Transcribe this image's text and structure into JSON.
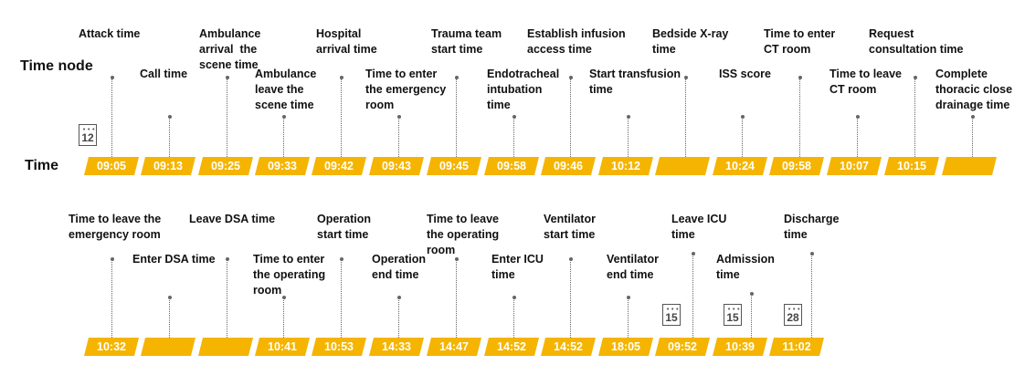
{
  "row_labels": {
    "time_node": "Time node",
    "time": "Time"
  },
  "row1": {
    "labels": [
      "Attack time",
      "Call time",
      "Ambulance\narrival  the\nscene time",
      "Ambulance\nleave the\nscene time",
      "Hospital\narrival time",
      "Time to enter\nthe emergency\nroom",
      "Trauma team\nstart time",
      "Endotracheal\nintubation\ntime",
      "Establish infusion\naccess time",
      "Start transfusion\ntime",
      "Bedside X-ray\ntime",
      "ISS score",
      "Time to enter\nCT room",
      "Time to leave\nCT room",
      "Request\nconsultation time",
      "Complete\nthoracic close\ndrainage time"
    ],
    "times": [
      "09:05",
      "09:13",
      "09:25",
      "09:33",
      "09:42",
      "09:43",
      "09:45",
      "09:58",
      "09:46",
      "10:12",
      "",
      "10:24",
      "09:58",
      "10:07",
      "10:15",
      ""
    ],
    "calendar": "12"
  },
  "row2": {
    "labels": [
      "Time to leave the\nemergency room",
      "Enter DSA time",
      "Leave DSA time",
      "Time to enter\nthe operating\nroom",
      "Operation\nstart time",
      "Operation\nend time",
      "Time to leave\nthe operating\nroom",
      "Enter ICU\ntime",
      "Ventilator\nstart time",
      "Ventilator\nend time",
      "Leave ICU\ntime",
      "Admission\ntime",
      "Discharge\ntime"
    ],
    "times": [
      "10:32",
      "",
      "",
      "10:41",
      "10:53",
      "14:33",
      "14:47",
      "14:52",
      "14:52",
      "18:05",
      "09:52",
      "10:39",
      "11:02"
    ],
    "calendars": [
      "15",
      "15",
      "28"
    ]
  },
  "colors": {
    "pill": "#F5B400",
    "stem": "#666666"
  }
}
